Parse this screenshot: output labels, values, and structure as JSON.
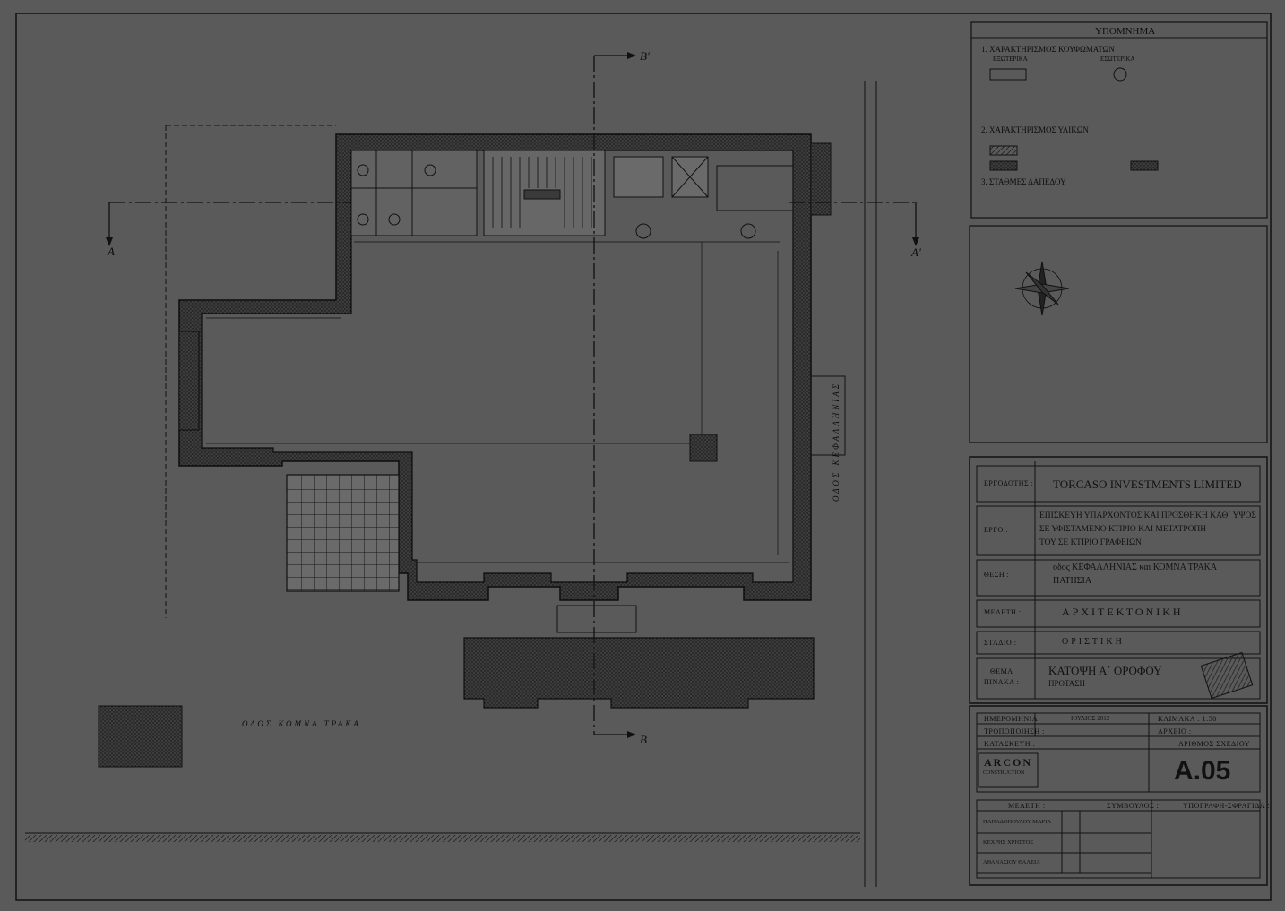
{
  "legend": {
    "title": "ΥΠΟΜΝΗΜΑ",
    "section1": "1. ΧΑΡΑΚΤΗΡΙΣΜΟΣ ΚΟΥΦΩΜΑΤΩΝ",
    "exterior": "ΕΞΩΤΕΡΙΚΑ",
    "interior": "ΕΣΩΤΕΡΙΚΑ",
    "section2": "2. ΧΑΡΑΚΤΗΡΙΣΜΟΣ ΥΛΙΚΩΝ",
    "section3": "3. ΣΤΑΘΜΕΣ ΔΑΠΕΔΟΥ"
  },
  "plan": {
    "section_a": "A",
    "section_a_prime": "A'",
    "section_b": "B",
    "section_b_prime": "B'",
    "street_left": "ΟΔΟΣ ΚΟΜΝΑ ΤΡΑΚΑ",
    "street_right": "ΟΔΟΣ ΚΕΦΑΛΛΗΝΙΑΣ"
  },
  "title_block": {
    "owner_label": "ΕΡΓΟΔΟΤΗΣ :",
    "owner_value": "TORCASO INVESTMENTS LIMITED",
    "project_label": "ΕΡΓΟ :",
    "project_value_1": "ΕΠΙΣΚΕΥΗ ΥΠΑΡΧΟΝΤΟΣ ΚΑΙ ΠΡΟΣΘΗΚΗ ΚΑΘ΄ ΥΨΟΣ",
    "project_value_2": "ΣΕ ΥΦΙΣΤΑΜΕΝΟ ΚΤΙΡΙΟ ΚΑΙ ΜΕΤΑΤΡΟΠΗ",
    "project_value_3": "ΤΟΥ ΣΕ ΚΤΙΡΙΟ ΓΡΑΦΕΙΩΝ",
    "location_label": "ΘΕΣΗ :",
    "location_value_1": "οδος ΚΕΦΑΛΛΗΝΙΑΣ και ΚΟΜΝΑ ΤΡΑΚΑ",
    "location_value_2": "ΠΑΤΗΣΙΑ",
    "study_label": "ΜΕΛΕΤΗ :",
    "study_value": "ΑΡΧΙΤΕΚΤΟΝΙΚΗ",
    "stage_label": "ΣΤΑΔΙΟ :",
    "stage_value": "ΟΡΙΣΤΙΚΗ",
    "sheet_label_1": "ΘΕΜΑ",
    "sheet_label_2": "ΠΙΝΑΚΑ :",
    "sheet_value_1": "ΚΑΤΟΨΗ  Α΄ ΟΡΟΦΟΥ",
    "sheet_value_2": "ΠΡΟΤΑΣΗ",
    "date_label": "ΗΜΕΡΟΜΗΝΙΑ",
    "date_value": "ΙΟΥΛΙΟΣ 2012",
    "scale_label": "ΚΛΙΜΑΚΑ : 1:50",
    "revision_label": "ΤΡΟΠΟΠΟΙΗΣΗ :",
    "file_label": "ΑΡΧΕΙΟ :",
    "constructor_label": "ΚΑΤΑΣΚΕΥΗ :",
    "drawing_no_label": "ΑΡΙΘΜΟΣ ΣΧΕΔΙΟΥ",
    "drawing_no": "A.05",
    "company_logo": "ARCON",
    "company_sub": "CONSTRUCTION",
    "study_col": "ΜΕΛΕΤΗ :",
    "advisor_col": "ΣΥΜΒΟΥΛΟΣ :",
    "sign_col": "ΥΠΟΓΡΑΦΗ-ΣΦΡΑΓΙΔΑ :",
    "person_1": "ΠΑΠΑΔΟΠΟΥΛΟΥ ΜΑΡΙΑ",
    "person_2": "ΚΕΧΡΗΣ ΧΡΗΣΤΟΣ",
    "person_3": "ΑΘΑΝΑΣΙΟΥ ΘΑΛΕΙΑ"
  },
  "colors": {
    "paper": "#5a5a5a",
    "ink": "#0d0d0d",
    "wall_hatch": "#2a2a2a"
  }
}
